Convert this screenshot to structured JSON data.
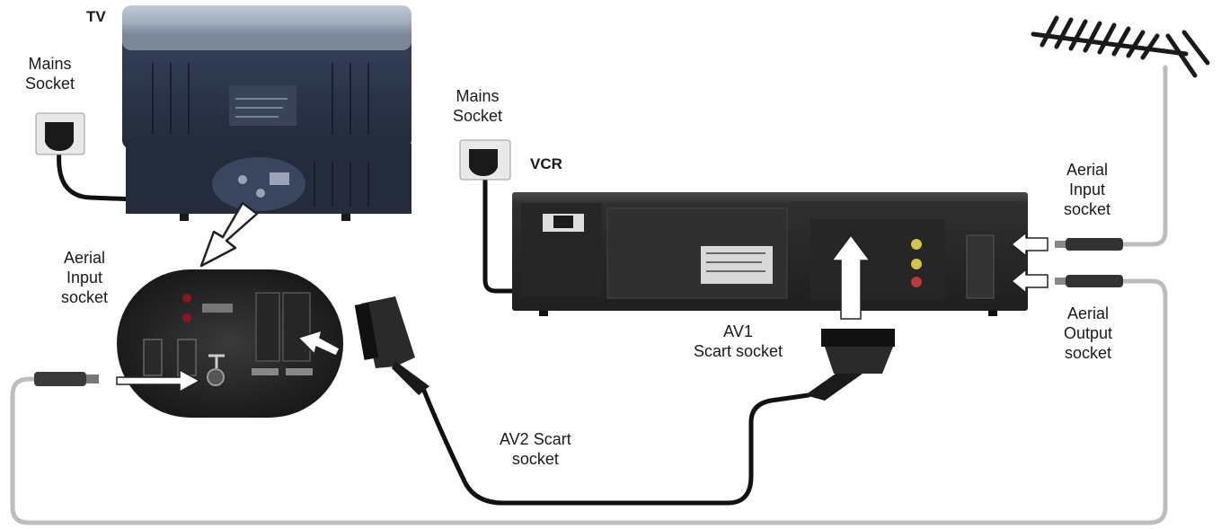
{
  "devices": {
    "tv": "TV",
    "vcr": "VCR"
  },
  "labels": {
    "tv_mains": [
      "Mains",
      "Socket"
    ],
    "vcr_mains": [
      "Mains",
      "Socket"
    ],
    "tv_aerial_input": [
      "Aerial",
      "Input",
      "socket"
    ],
    "vcr_aerial_input": [
      "Aerial",
      "Input",
      "socket"
    ],
    "vcr_aerial_output": [
      "Aerial",
      "Output",
      "socket"
    ],
    "av1": [
      "AV1",
      "Scart socket"
    ],
    "av2": [
      "AV2 Scart",
      "socket"
    ]
  },
  "colors": {
    "black_cable": "#111111",
    "grey_cable": "#bdbdbd",
    "tv_body": "#2f3a4e",
    "vcr_body": "#2b2b2b"
  },
  "icons": [
    "aerial-antenna-icon",
    "mains-plug-icon",
    "scart-plug-icon",
    "coax-plug-icon",
    "arrow-icon"
  ]
}
